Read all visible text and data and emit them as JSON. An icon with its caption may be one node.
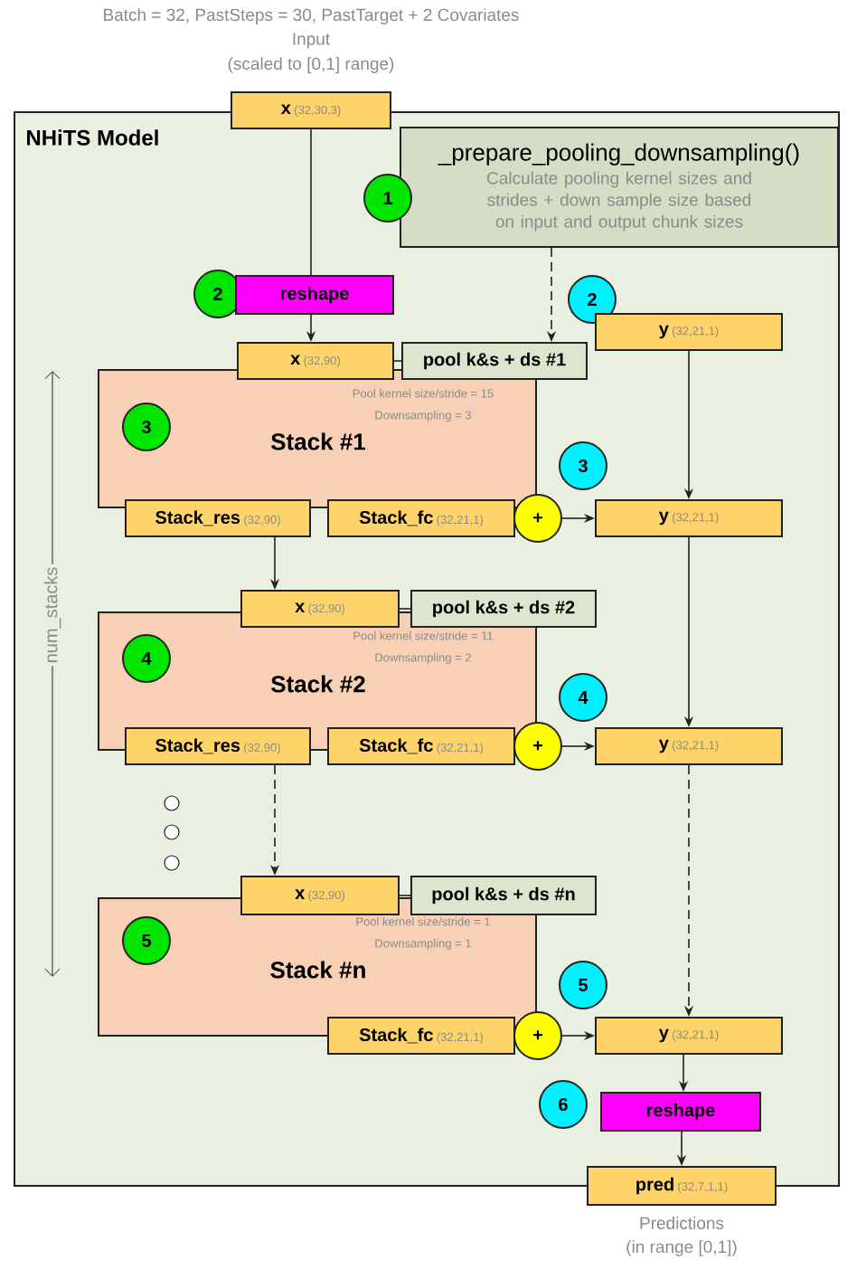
{
  "diagram": {
    "nodes": [
      {
        "text": [
          "NHiTS Model"
        ]
      },
      {
        "text": [
          "x",
          "(32,30,3)"
        ],
        "beside": [
          "Batch = 32, PastSteps = 30, PastTarget + 2 Covariates",
          "Input",
          "(scaled to [0,1] range)"
        ]
      },
      {
        "text": [
          "_prepare_pooling_downsampling()",
          "Calculate pooling kernel sizes and strides + down sample size based on input and output chunk sizes"
        ],
        "in": 0
      },
      {
        "text": [
          "1"
        ],
        "in": 0
      },
      {
        "text": [
          "2"
        ],
        "in": 0
      },
      {
        "text": [
          "reshape"
        ],
        "in": 0
      },
      {
        "text": [
          "2"
        ],
        "in": 0
      },
      {
        "text": [
          "y",
          "(32,21,1)"
        ],
        "in": 0
      },
      {
        "text": [
          "x",
          "(32,90)"
        ],
        "in": 0
      },
      {
        "text": [
          "pool k&s + ds #1"
        ],
        "in": 0
      },
      {
        "text": [
          "Pool kernel size/stride = 15 Downsampling = 3",
          "Stack #1"
        ],
        "in": 0
      },
      {
        "text": [
          "3"
        ],
        "in": 10
      },
      {
        "text": [
          "Stack_res",
          "(32,90)"
        ],
        "in": 0
      },
      {
        "text": [
          "Stack_fc",
          "(32,21,1)"
        ],
        "in": 0
      },
      {
        "text": [
          "+"
        ],
        "in": 0
      },
      {
        "text": [
          "3"
        ],
        "in": 0
      },
      {
        "text": [
          "y",
          "(32,21,1)"
        ],
        "in": 0
      },
      {
        "text": [
          "x",
          "(32,90)"
        ],
        "in": 0
      },
      {
        "text": [
          "pool k&s + ds #2"
        ],
        "in": 0
      },
      {
        "text": [
          "Pool kernel size/stride = 11 Downsampling = 2",
          "Stack #2"
        ],
        "in": 0
      },
      {
        "text": [
          "4"
        ],
        "in": 19
      },
      {
        "text": [
          "Stack_res",
          "(32,90)"
        ],
        "in": 0
      },
      {
        "text": [
          "Stack_fc",
          "(32,21,1)"
        ],
        "in": 0
      },
      {
        "text": [
          "+"
        ],
        "in": 0
      },
      {
        "text": [
          "4"
        ],
        "in": 0
      },
      {
        "text": [
          "y",
          "(32,21,1)"
        ],
        "in": 0
      },
      {
        "text": [
          "x",
          "(32,90)"
        ],
        "in": 0
      },
      {
        "text": [
          "pool k&s + ds #n"
        ],
        "in": 0
      },
      {
        "text": [
          "Pool kernel size/stride = 1 Downsampling = 1",
          "Stack #n"
        ],
        "in": 0
      },
      {
        "text": [
          "5"
        ],
        "in": 28
      },
      {
        "text": [
          "Stack_fc",
          "(32,21,1)"
        ],
        "in": 0
      },
      {
        "text": [
          "+"
        ],
        "in": 0
      },
      {
        "text": [
          "5"
        ],
        "in": 0
      },
      {
        "text": [
          "y",
          "(32,21,1)"
        ],
        "in": 0
      },
      {
        "text": [
          "6"
        ],
        "in": 0
      },
      {
        "text": [
          "reshape"
        ],
        "in": 0
      },
      {
        "text": [
          "pred",
          "(32,7,1,1)"
        ],
        "beside": [
          "Predictions",
          "(in range [0,1])"
        ]
      }
    ],
    "edges": [
      {
        "from": 1,
        "to": 5,
        "arrow": "none"
      },
      {
        "from": 5,
        "to": 8,
        "arrow": "to"
      },
      {
        "from": 2,
        "to": 9,
        "arrow": "to",
        "style": "dashed"
      },
      {
        "from": 7,
        "to": 16,
        "arrow": "to"
      },
      {
        "from": 14,
        "to": 16,
        "arrow": "to"
      },
      {
        "from": 12,
        "to": 17,
        "arrow": "to"
      },
      {
        "from": 16,
        "to": 25,
        "arrow": "to"
      },
      {
        "from": 21,
        "to": 26,
        "arrow": "to",
        "style": "dashed"
      },
      {
        "from": 23,
        "to": 25,
        "arrow": "to"
      },
      {
        "from": 25,
        "to": 33,
        "arrow": "to",
        "style": "dashed"
      },
      {
        "from": 31,
        "to": 33,
        "arrow": "to"
      },
      {
        "from": 33,
        "to": 35,
        "arrow": "to"
      },
      {
        "from": 35,
        "to": 36,
        "arrow": "to"
      },
      {
        "from": 8,
        "to": 9,
        "arrow": "none"
      },
      {
        "from": 17,
        "to": 18,
        "arrow": "none"
      },
      {
        "from": 26,
        "to": 27,
        "arrow": "none"
      }
    ],
    "labels": [
      "num_stacks"
    ]
  }
}
